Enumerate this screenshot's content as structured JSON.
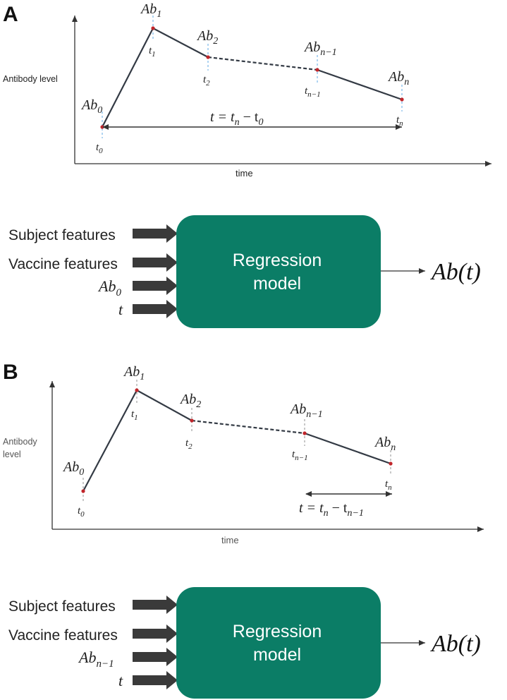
{
  "panel_a": {
    "label": "A",
    "y_axis_label": "Antibody level",
    "x_axis_label": "time",
    "points": [
      {
        "ab": "Ab",
        "ab_sub": "0",
        "t": "t",
        "t_sub": "0"
      },
      {
        "ab": "Ab",
        "ab_sub": "1",
        "t": "t",
        "t_sub": "1"
      },
      {
        "ab": "Ab",
        "ab_sub": "2",
        "t": "t",
        "t_sub": "2"
      },
      {
        "ab": "Ab",
        "ab_sub": "n−1",
        "t": "t",
        "t_sub": "n−1"
      },
      {
        "ab": "Ab",
        "ab_sub": "n",
        "t": "t",
        "t_sub": "n"
      }
    ],
    "interval": {
      "lhs": "t = t",
      "sub1": "n",
      "mid": " − t",
      "sub2": "0"
    },
    "inputs": [
      {
        "text": "Subject features"
      },
      {
        "text": "Vaccine features"
      },
      {
        "text": "Ab",
        "sub": "0"
      },
      {
        "text": "t"
      }
    ],
    "model_line1": "Regression",
    "model_line2": "model",
    "output": "Ab(t)"
  },
  "panel_b": {
    "label": "B",
    "y_axis_label_line1": "Antibody",
    "y_axis_label_line2": "level",
    "x_axis_label": "time",
    "points": [
      {
        "ab": "Ab",
        "ab_sub": "0",
        "t": "t",
        "t_sub": "0"
      },
      {
        "ab": "Ab",
        "ab_sub": "1",
        "t": "t",
        "t_sub": "1"
      },
      {
        "ab": "Ab",
        "ab_sub": "2",
        "t": "t",
        "t_sub": "2"
      },
      {
        "ab": "Ab",
        "ab_sub": "n−1",
        "t": "t",
        "t_sub": "n−1"
      },
      {
        "ab": "Ab",
        "ab_sub": "n",
        "t": "t",
        "t_sub": "n"
      }
    ],
    "interval": {
      "lhs": "t = t",
      "sub1": "n",
      "mid": " − t",
      "sub2": "n−1"
    },
    "inputs": [
      {
        "text": "Subject features"
      },
      {
        "text": "Vaccine features"
      },
      {
        "text": "Ab",
        "sub": "n−1"
      },
      {
        "text": "t"
      }
    ],
    "model_line1": "Regression",
    "model_line2": "model",
    "output": "Ab(t)"
  },
  "colors": {
    "model_box": "#0b7d66",
    "line": "#333a44",
    "point": "#c0262b",
    "guide_a": "#7ab8e8",
    "guide_b": "#9a9a9a",
    "arrow": "#3a3a3a"
  }
}
